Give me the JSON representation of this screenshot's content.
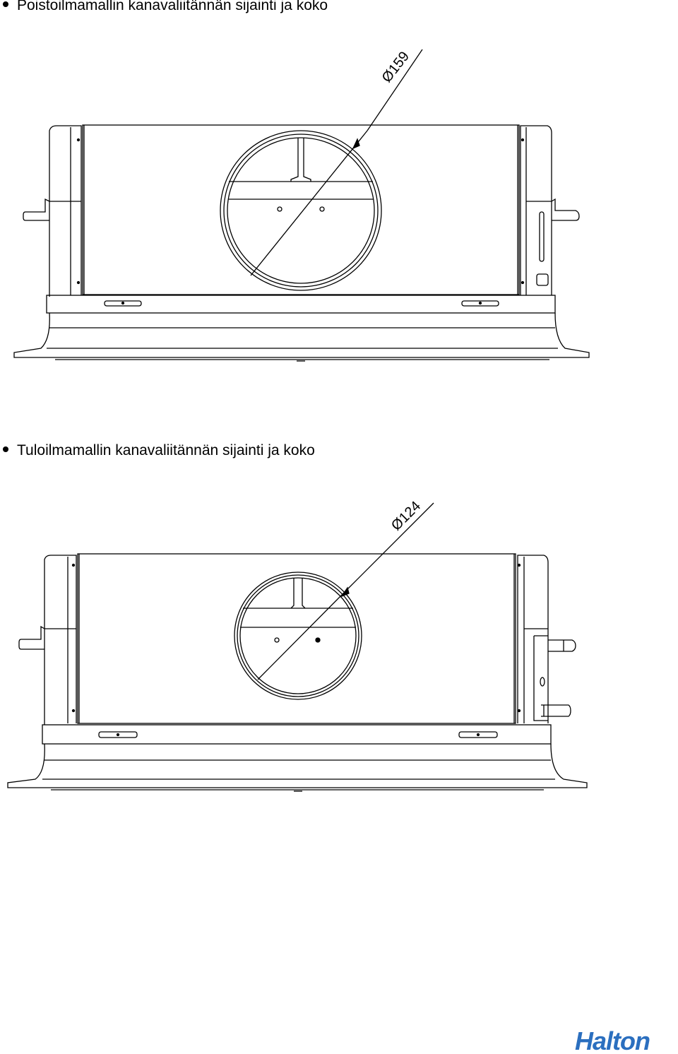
{
  "sections": [
    {
      "heading": "Poistoilmamallin kanavaliitännän sijainti ja koko",
      "dimension": "Ø159"
    },
    {
      "heading": "Tuloilmamallin kanavaliitännän sijainti ja koko",
      "dimension": "Ø124"
    }
  ],
  "logo": {
    "text": "Halton",
    "color": "#2b6fbf"
  }
}
